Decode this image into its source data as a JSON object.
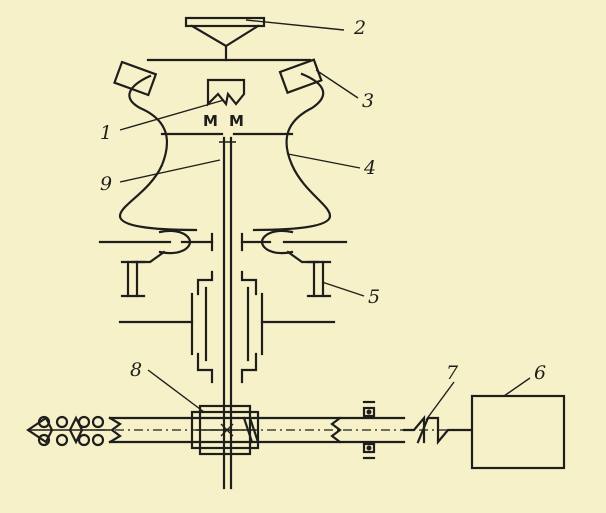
{
  "labels": {
    "l1": "1",
    "l2": "2",
    "l3": "3",
    "l4": "4",
    "l5": "5",
    "l6": "6",
    "l7": "7",
    "l8": "8",
    "l9": "9"
  },
  "colors": {
    "background": "#f6f1c8",
    "ink": "#1e1e1c"
  }
}
